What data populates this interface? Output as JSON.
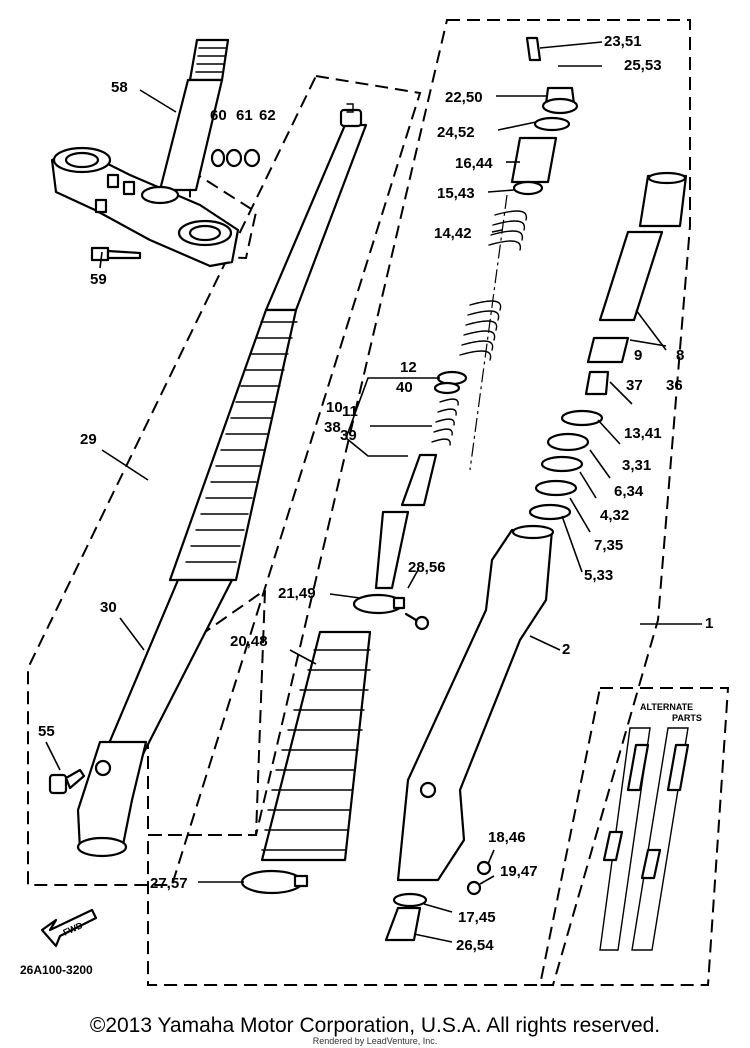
{
  "diagram_code": "26A100-3200",
  "fwd_label": "FWD",
  "alternate_parts_label": [
    "ALTERNATE",
    "PARTS"
  ],
  "footer_text": "©2013 Yamaha Motor Corporation, U.S.A. All rights reserved.",
  "rendered_by": "Rendered by LeadVenture, Inc.",
  "callouts": {
    "c58": "58",
    "c60": "60",
    "c61": "61",
    "c62": "62",
    "c59": "59",
    "c29": "29",
    "c30": "30",
    "c55": "55",
    "c23_51": "23,51",
    "c25_53": "25,53",
    "c22_50": "22,50",
    "c24_52": "24,52",
    "c16_44": "16,44",
    "c15_43": "15,43",
    "c14_42": "14,42",
    "c12": "12",
    "c40": "40",
    "c10": "10",
    "c38": "38",
    "c11": "11",
    "c39": "39",
    "c28_56": "28,56",
    "c21_49": "21,49",
    "c20_48": "20,48",
    "c27_57": "27,57",
    "c8": "8",
    "c36": "36",
    "c9": "9",
    "c37": "37",
    "c13_41": "13,41",
    "c3_31": "3,31",
    "c6_34": "6,34",
    "c4_32": "4,32",
    "c7_35": "7,35",
    "c5_33": "5,33",
    "c1": "1",
    "c2": "2",
    "c18_46": "18,46",
    "c19_47": "19,47",
    "c17_45": "17,45",
    "c26_54": "26,54"
  }
}
